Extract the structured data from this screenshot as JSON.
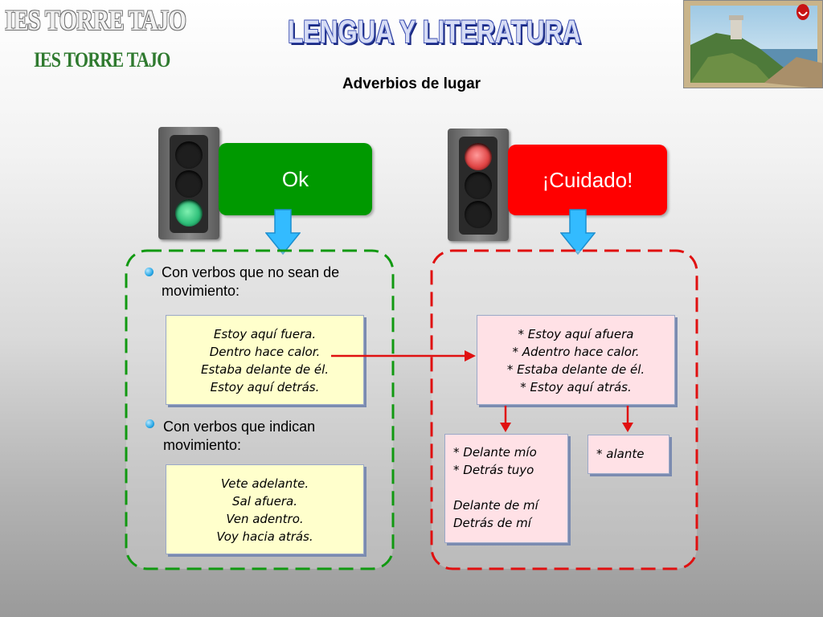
{
  "header": {
    "school_name": "IES TORRE TAJO",
    "school_name_secondary": "IES TORRE TAJO",
    "subject": "LENGUA Y LITERATURA",
    "page_title": "Adverbios de lugar"
  },
  "colors": {
    "ok_green": "#009900",
    "caution_red": "#ff0000",
    "arrow_blue": "#33bbff",
    "connector_red": "#e01010",
    "dash_green": "#119911",
    "dash_red": "#e01010"
  },
  "ok_section": {
    "label": "Ok",
    "bullets": [
      {
        "text_line1": "Con verbos que no sean de",
        "text_line2": "movimiento:"
      },
      {
        "text_line1": "Con verbos que indican",
        "text_line2": "movimiento:"
      }
    ],
    "examples_static": [
      "Estoy aquí fuera.",
      "Dentro hace calor.",
      "Estaba delante de él.",
      "Estoy aquí detrás."
    ],
    "examples_motion": [
      "Vete adelante.",
      "Sal afuera.",
      "Ven adentro.",
      "Voy hacia atrás."
    ]
  },
  "caution_section": {
    "label": "¡Cuidado!",
    "wrong_examples": [
      "* Estoy aquí afuera",
      "* Adentro hace calor.",
      "* Estaba delante de él.",
      "* Estoy aquí atrás."
    ],
    "possessive_box": [
      "* Delante mío",
      "* Detrás tuyo",
      "",
      "Delante de mí",
      "Detrás de mí"
    ],
    "alante_box": [
      "* alante"
    ]
  },
  "icons": {
    "traffic_light_ok": "traffic-light-green-icon",
    "traffic_light_caution": "traffic-light-red-icon",
    "down_arrow": "down-arrow-icon",
    "bullet": "bullet-dot-icon",
    "photo": "lighthouse-photo"
  }
}
